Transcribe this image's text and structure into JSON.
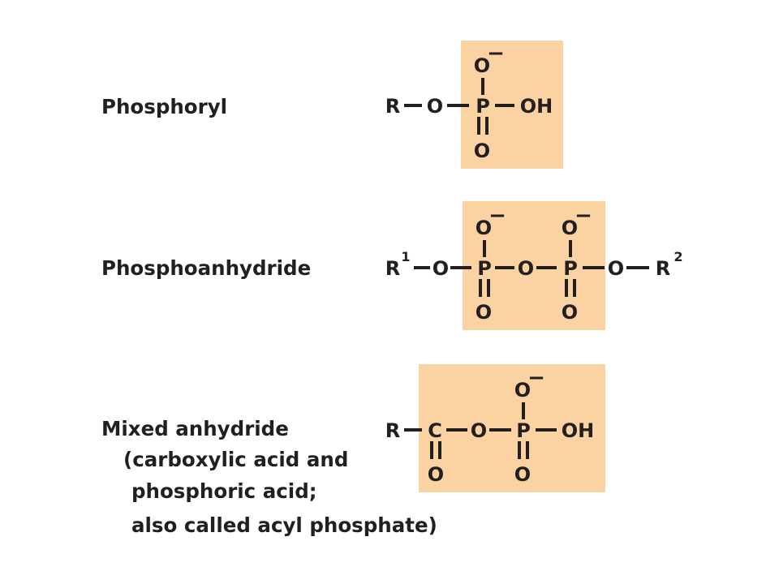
{
  "colors": {
    "highlight": "#fbd3a3",
    "ink": "#231f20"
  },
  "rows": [
    {
      "name": "phosphoryl",
      "label_lines": [
        "Phosphoryl"
      ],
      "highlight": true,
      "atoms": {
        "r": "R",
        "o1": "O",
        "p": "P",
        "oh": "OH",
        "o_top": "O",
        "o_bottom": "O",
        "charge": "−"
      }
    },
    {
      "name": "phosphoanhydride",
      "label_lines": [
        "Phosphoanhydride"
      ],
      "highlight": true,
      "atoms": {
        "r1": "R",
        "r1_sup": "1",
        "o1": "O",
        "p1": "P",
        "o_bridge": "O",
        "p2": "P",
        "o2": "O",
        "r2": "R",
        "r2_sup": "2",
        "o_top1": "O",
        "o_bottom1": "O",
        "charge1": "−",
        "o_top2": "O",
        "o_bottom2": "O",
        "charge2": "−"
      }
    },
    {
      "name": "mixed-anhydride",
      "label_lines": [
        "Mixed anhydride",
        "(carboxylic acid and",
        "phosphoric acid;",
        "also called acyl phosphate)"
      ],
      "highlight": true,
      "atoms": {
        "r": "R",
        "c": "C",
        "o_c": "O",
        "o1": "O",
        "p": "P",
        "oh": "OH",
        "o_top": "O",
        "o_bottom": "O",
        "charge": "−"
      }
    }
  ]
}
